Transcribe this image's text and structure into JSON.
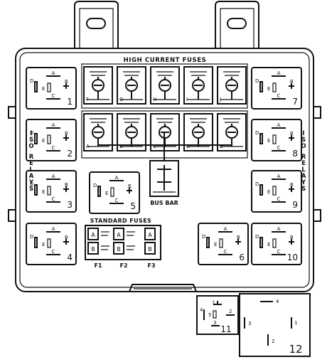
{
  "title_high_current": "HIGH CURRENT FUSES",
  "title_standard": "STANDARD FUSES",
  "bus_bar_label": "BUS BAR",
  "iso_relays_label": "ISO RELAYS",
  "relay_terminals": {
    "A": "A",
    "B": "B",
    "C": "C",
    "D": "D",
    "E": "E"
  },
  "relays": [
    {
      "id": "1",
      "num": "1"
    },
    {
      "id": "2",
      "num": "2"
    },
    {
      "id": "3",
      "num": "3"
    },
    {
      "id": "4",
      "num": "4"
    },
    {
      "id": "5",
      "num": "5"
    },
    {
      "id": "6",
      "num": "6"
    },
    {
      "id": "7",
      "num": "7"
    },
    {
      "id": "8",
      "num": "8"
    },
    {
      "id": "9",
      "num": "9"
    },
    {
      "id": "10",
      "num": "10"
    }
  ],
  "high_current_top": [
    "F",
    "G",
    "H",
    "I",
    "J"
  ],
  "high_current_bottom": [
    "A",
    "B",
    "C",
    "D",
    "E"
  ],
  "standard_fuses": {
    "slots": [
      "A",
      "B",
      "A",
      "B",
      "A",
      "B"
    ],
    "labels": [
      "F1",
      "F2",
      "F3"
    ]
  },
  "mini_relay_11": {
    "num": "11",
    "pins": [
      "1",
      "2",
      "3",
      "4",
      "5"
    ]
  },
  "relay_12": {
    "num": "12",
    "pins": [
      "1",
      "2",
      "3",
      "4"
    ]
  }
}
